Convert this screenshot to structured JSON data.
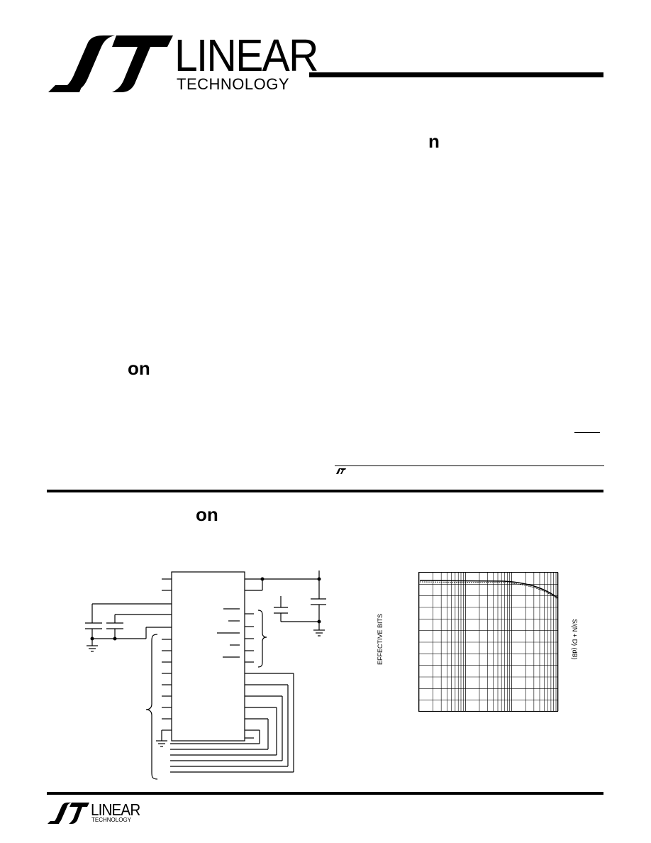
{
  "header": {
    "brand_main": "LINEAR",
    "brand_sub": "TECHNOLOGY"
  },
  "headings": {
    "features_fragment": "n",
    "description_fragment": "on",
    "application_fragment": "on"
  },
  "graph": {
    "ylabel_left": "EFFECTIVE BITS",
    "ylabel_right": "S/(N + D) (dB)"
  },
  "footer": {
    "brand_main": "LINEAR",
    "brand_sub": "TECHNOLOGY"
  },
  "colors": {
    "ink": "#000000",
    "paper": "#ffffff"
  }
}
